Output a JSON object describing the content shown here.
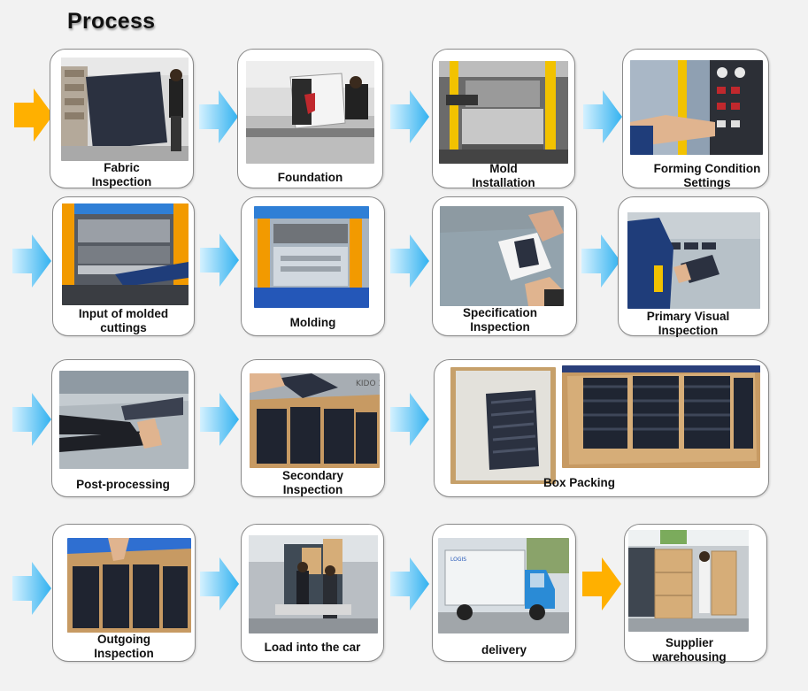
{
  "title": "Process",
  "colors": {
    "arrow_blue_light": "#cfefff",
    "arrow_blue": "#3db6f2",
    "arrow_orange": "#ffb000",
    "card_border": "#8a8a8a",
    "background": "#f2f2f2"
  },
  "steps": [
    {
      "line1": "Fabric",
      "line2": "Inspection"
    },
    {
      "line1": "Foundation",
      "line2": ""
    },
    {
      "line1": "Mold",
      "line2": "Installation"
    },
    {
      "line1": "Forming Condition",
      "line2": "Settings"
    },
    {
      "line1": "Input of molded",
      "line2": "cuttings"
    },
    {
      "line1": "Molding",
      "line2": ""
    },
    {
      "line1": "Specification",
      "line2": "Inspection"
    },
    {
      "line1": "Primary Visual",
      "line2": "Inspection"
    },
    {
      "line1": "Post-processing",
      "line2": ""
    },
    {
      "line1": "Secondary",
      "line2": "Inspection"
    },
    {
      "line1": "Box Packing",
      "line2": ""
    },
    {
      "line1": "Outgoing",
      "line2": "Inspection"
    },
    {
      "line1": "Load into the car",
      "line2": ""
    },
    {
      "line1": "delivery",
      "line2": ""
    },
    {
      "line1": "Supplier",
      "line2": "warehousing"
    }
  ],
  "photos": [
    {
      "subject": "fabric-inspection-photo"
    },
    {
      "subject": "cutting-machine-photo"
    },
    {
      "subject": "mold-installation-photo"
    },
    {
      "subject": "control-panel-photo"
    },
    {
      "subject": "press-machine-photo"
    },
    {
      "subject": "molding-press-photo"
    },
    {
      "subject": "specification-check-photo"
    },
    {
      "subject": "visual-inspection-photo"
    },
    {
      "subject": "post-processing-photo"
    },
    {
      "subject": "secondary-inspection-photo"
    },
    {
      "subject": "box-packing-photo"
    },
    {
      "subject": "outgoing-inspection-photo"
    },
    {
      "subject": "loading-truck-photo"
    },
    {
      "subject": "delivery-truck-photo"
    },
    {
      "subject": "warehouse-photo"
    }
  ]
}
